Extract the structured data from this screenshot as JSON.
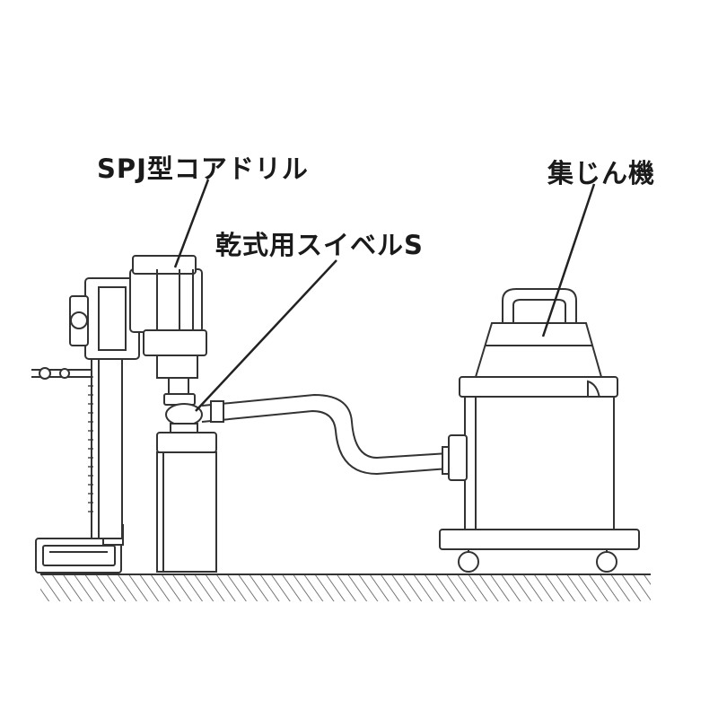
{
  "labels": {
    "core_drill": "SPJ型コアドリル",
    "swivel": "乾式用スイベルS",
    "dust_collector": "集じん機"
  },
  "colors": {
    "line": "#333333",
    "fill": "#ffffff",
    "text": "#1a1a1a"
  }
}
